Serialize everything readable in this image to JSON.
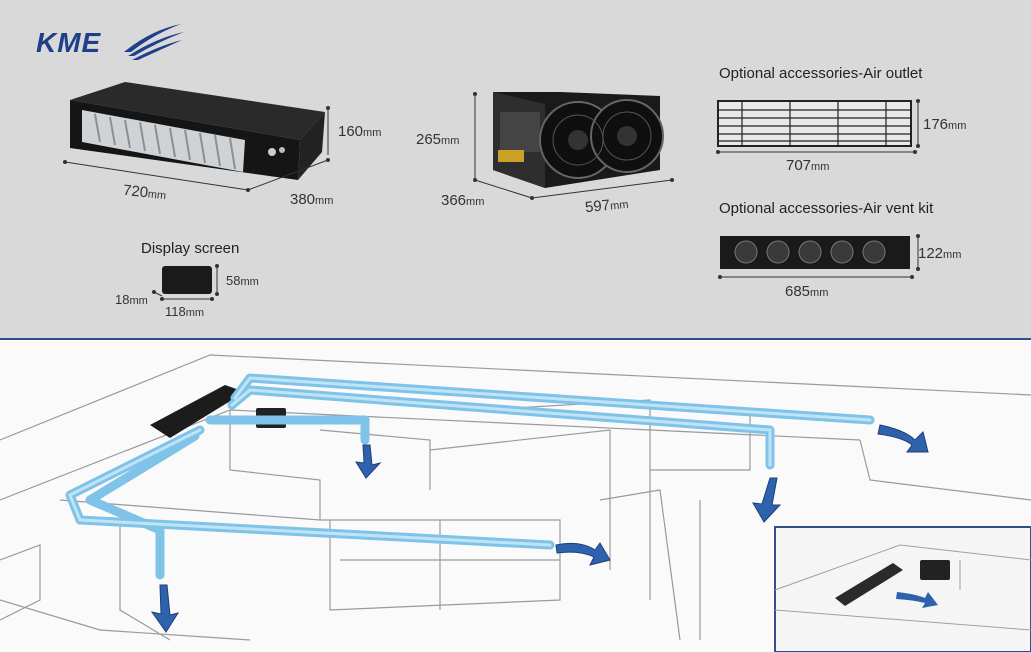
{
  "brand": {
    "logo_text": "KME"
  },
  "products": {
    "indoor_unit": {
      "width": "720",
      "height": "160",
      "depth": "380",
      "unit": "mm"
    },
    "outdoor_unit": {
      "height": "265",
      "depth": "366",
      "width": "597",
      "unit": "mm"
    },
    "display_screen": {
      "title": "Display screen",
      "height": "58",
      "depth": "18",
      "width": "118",
      "unit": "mm"
    },
    "air_outlet": {
      "title": "Optional accessories-Air outlet",
      "height": "176",
      "width": "707",
      "unit": "mm"
    },
    "air_vent_kit": {
      "title": "Optional accessories-Air vent kit",
      "height": "122",
      "width": "685",
      "unit": "mm"
    }
  },
  "colors": {
    "brand_blue": "#1e3f8a",
    "duct_blue": "#9fd3ef",
    "arrow_blue": "#2f62ad",
    "top_bg": "#d9d9d9"
  }
}
